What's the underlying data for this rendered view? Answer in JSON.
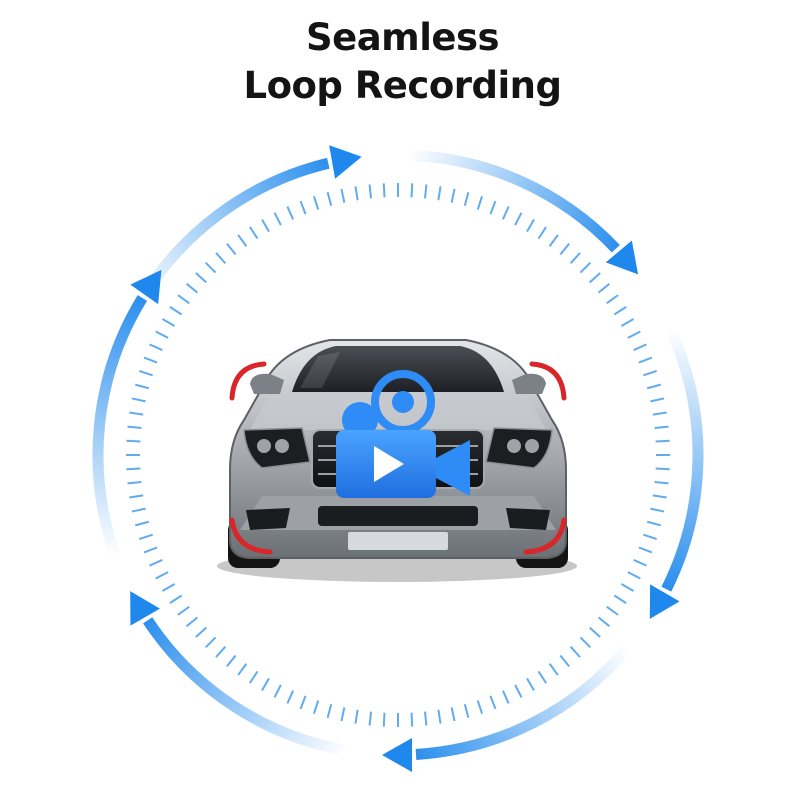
{
  "title": {
    "line1": "Seamless",
    "line2": "Loop Recording"
  },
  "colors": {
    "arrow_blue": "#1e88ec",
    "tick_blue": "#2d8fea",
    "camera_icon_blue": "#2f8cf6",
    "corner_red": "#d9262a",
    "car_silver": "#b9bcc0"
  },
  "icons": [
    "loop-arrow-icon",
    "video-camera-icon",
    "car-image"
  ]
}
